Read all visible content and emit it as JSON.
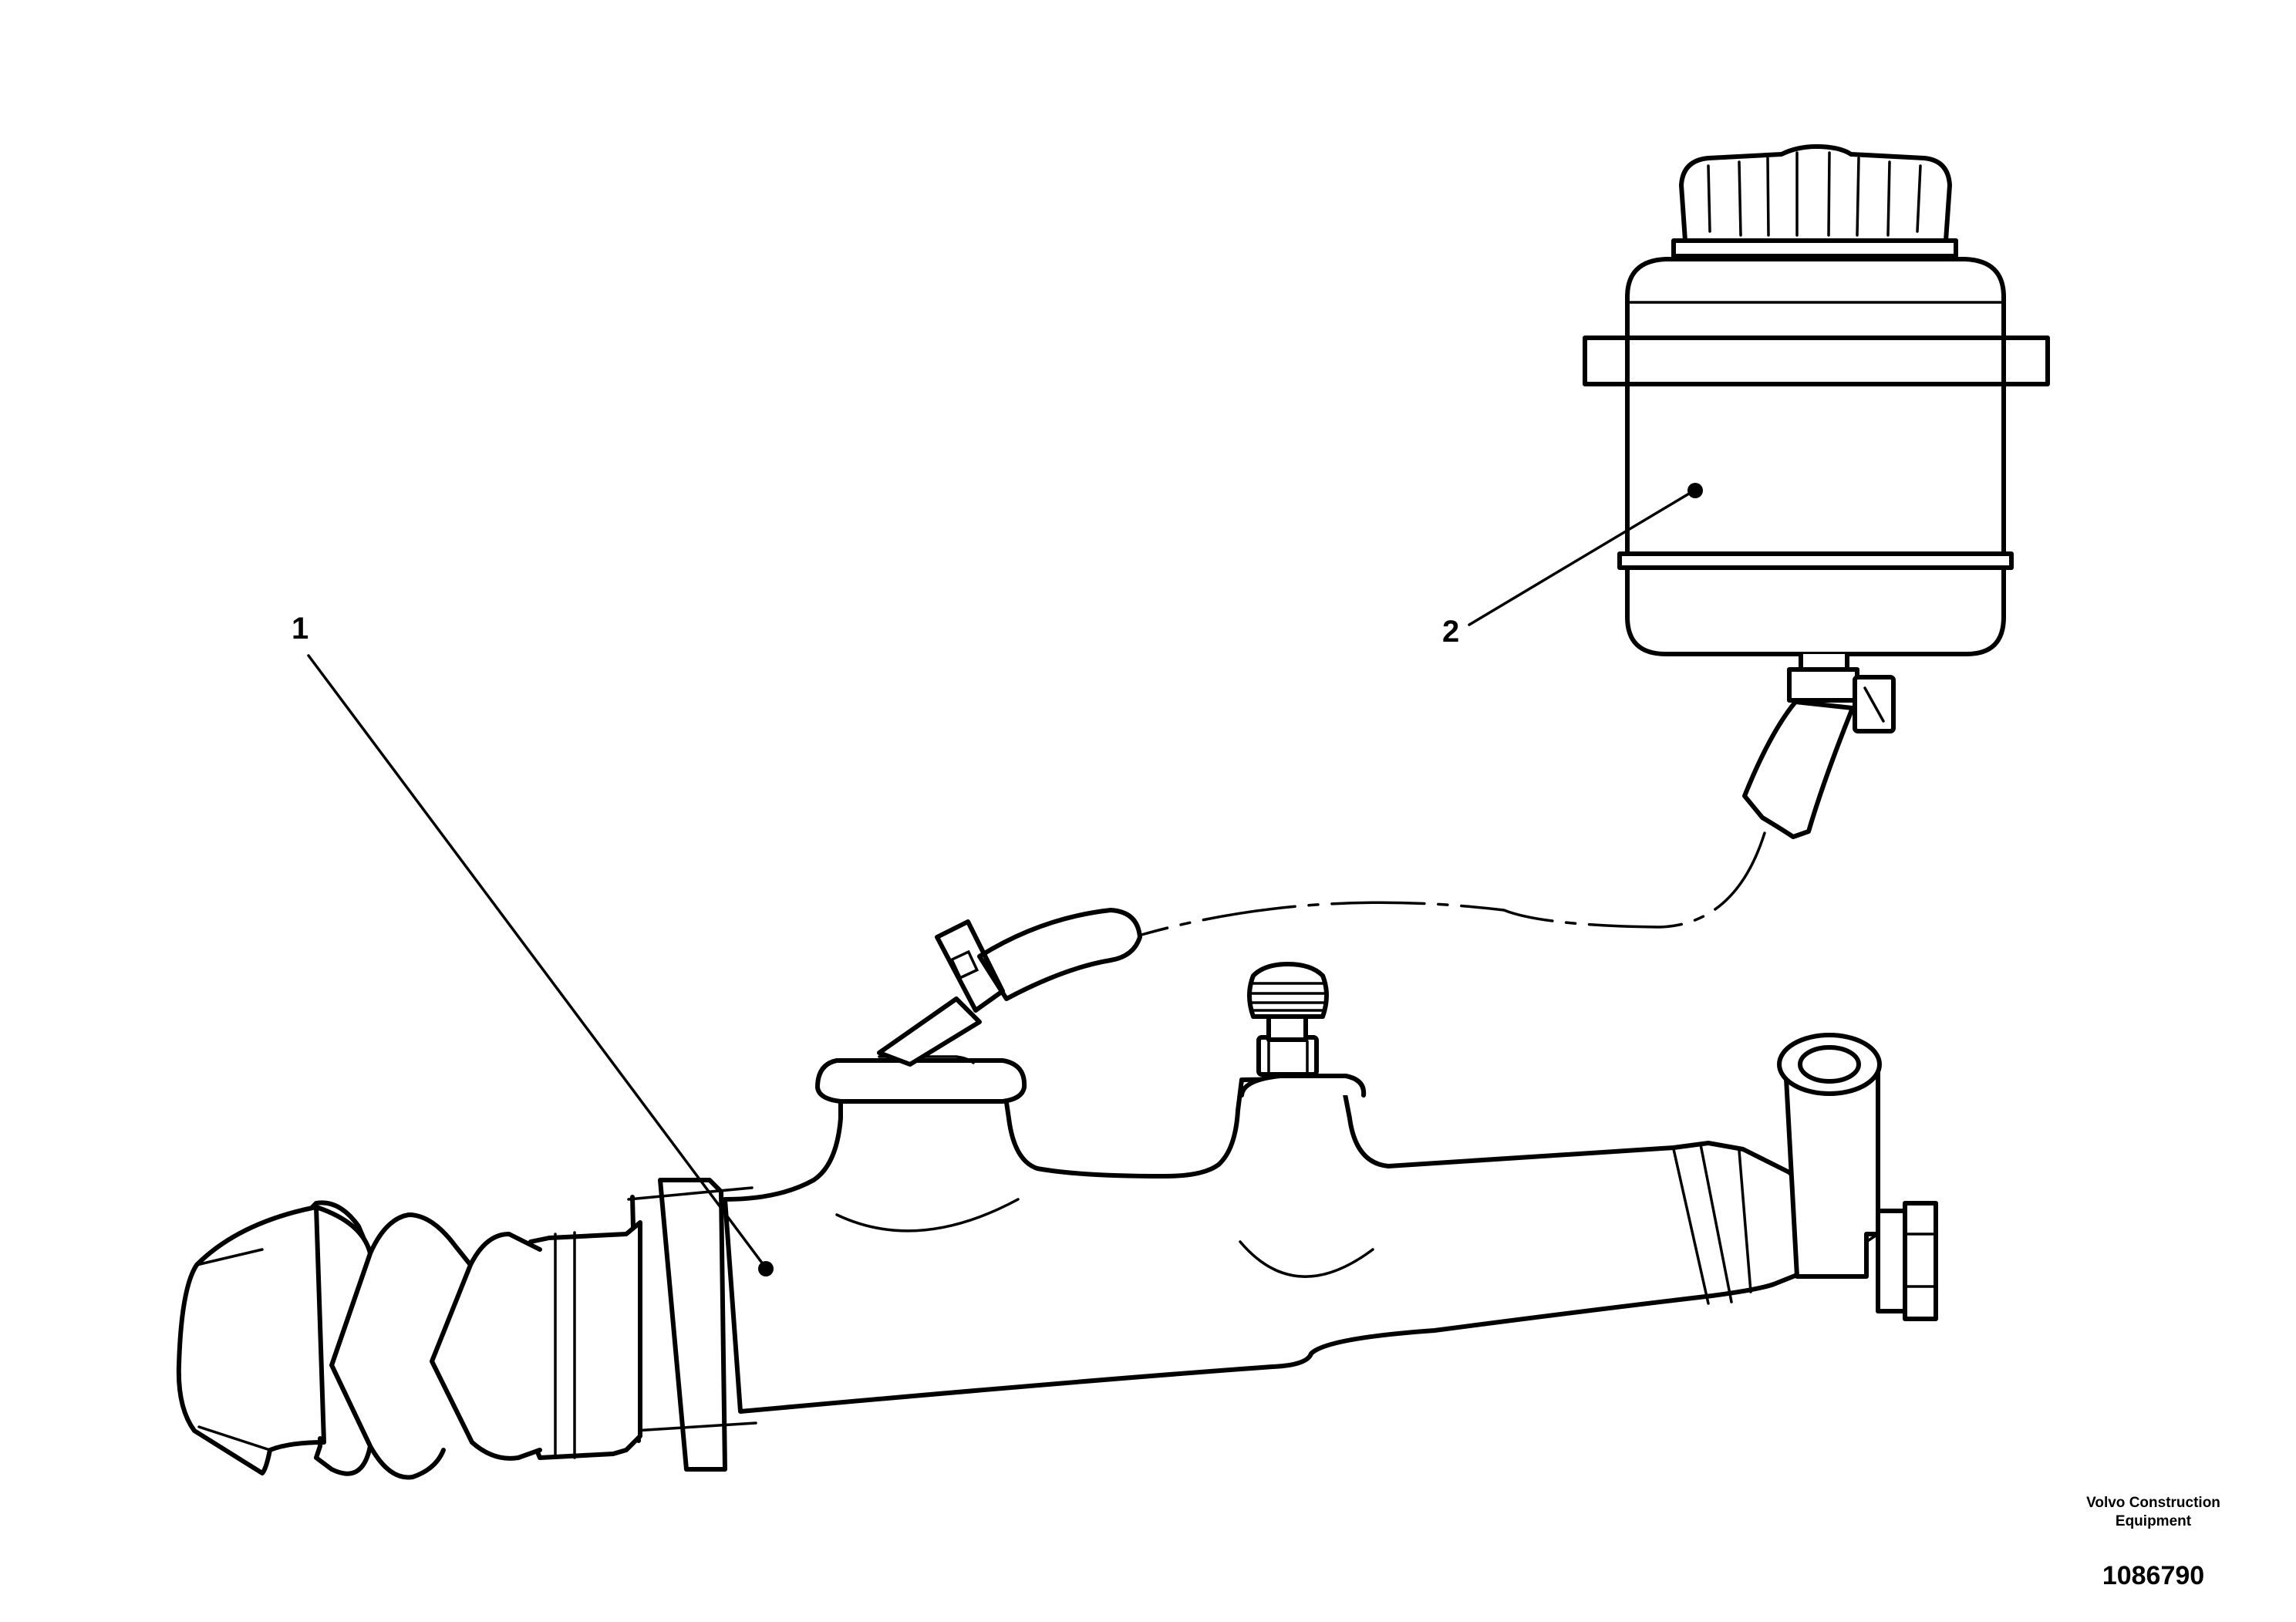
{
  "callouts": [
    {
      "label": "1",
      "part": "master-cylinder"
    },
    {
      "label": "2",
      "part": "fluid-reservoir"
    }
  ],
  "footer": {
    "company": "Volvo Construction\nEquipment",
    "company_line1": "Volvo Construction",
    "company_line2": "Equipment",
    "document_number": "1086790"
  },
  "colors": {
    "ink": "#000000",
    "background": "#ffffff"
  }
}
